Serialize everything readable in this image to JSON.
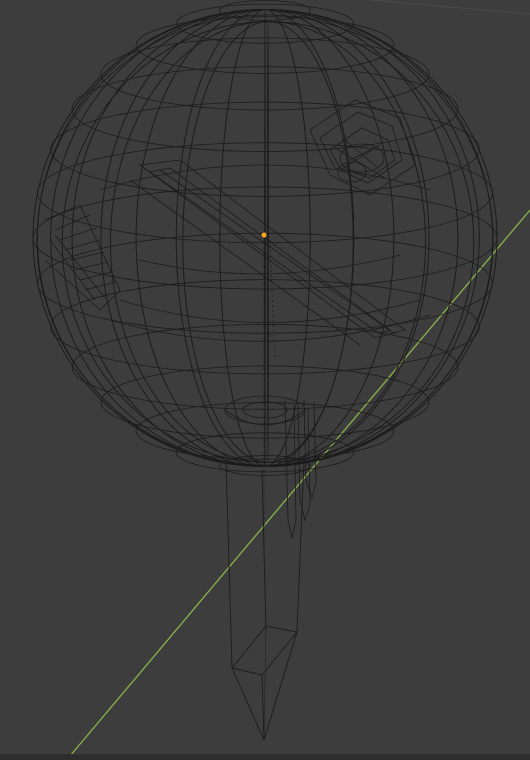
{
  "app": {
    "name": ""
  },
  "viewport": {
    "background": "#3d3d3d",
    "wire_color": "#1a1a1a",
    "axis_color": "#8bb34a",
    "origin_color": "#f5a623",
    "objects": [
      {
        "name": "sphere-wireframe",
        "shape": "uv-sphere"
      },
      {
        "name": "stick-wireframe",
        "shape": "prism"
      },
      {
        "name": "interior-detail-wireframe",
        "shape": "mesh"
      }
    ]
  }
}
